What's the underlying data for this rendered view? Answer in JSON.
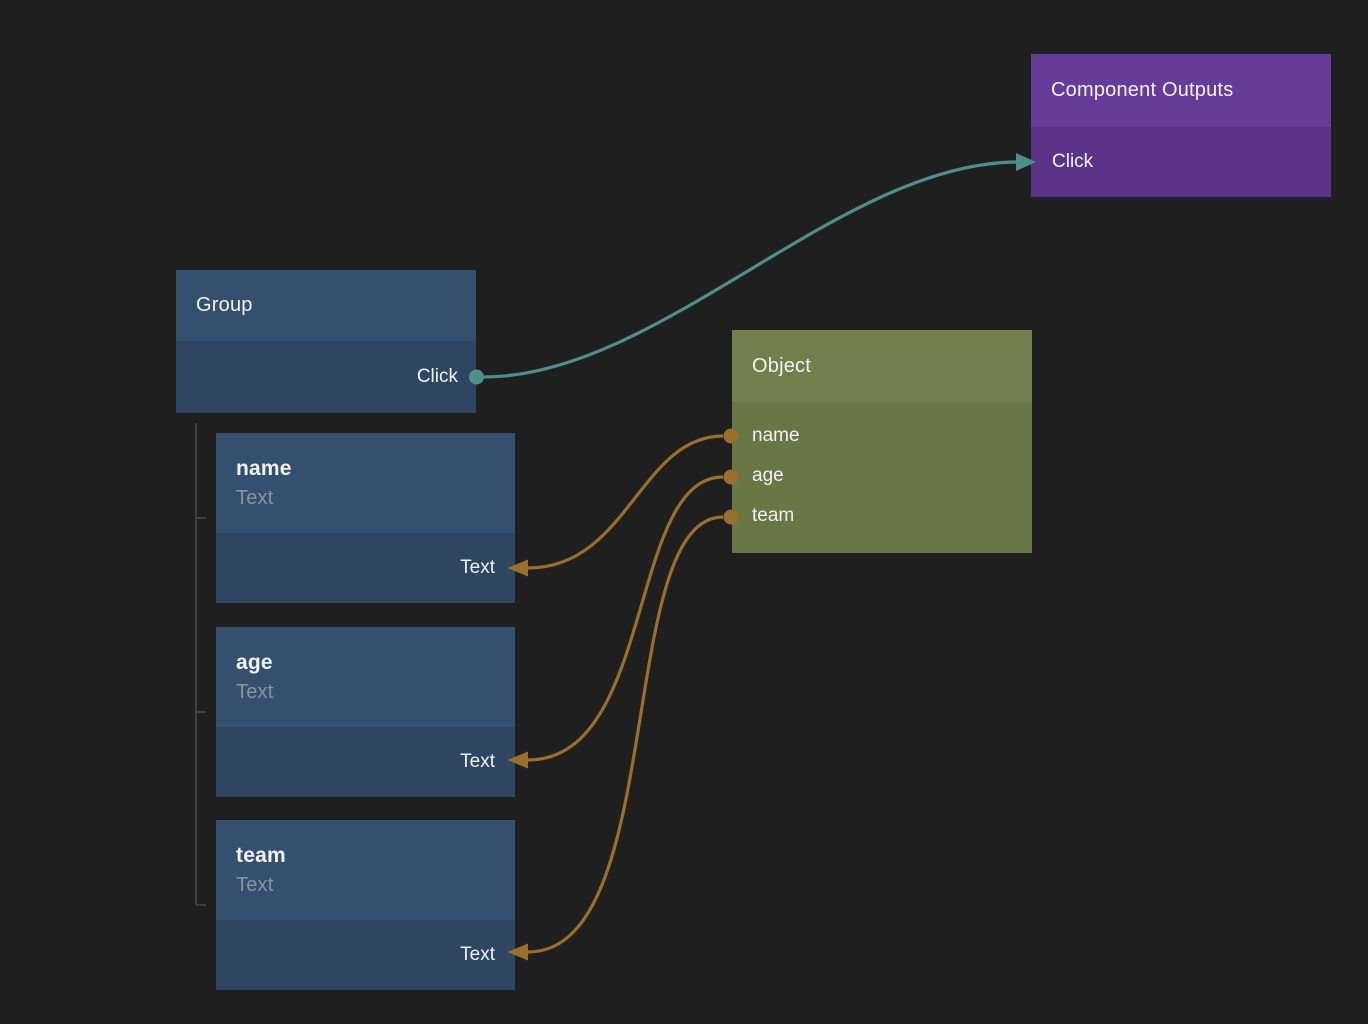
{
  "canvas": {
    "label": "node-graph-editor"
  },
  "nodes": {
    "group": {
      "title": "Group",
      "output_port": {
        "label": "Click"
      }
    },
    "component_outputs": {
      "title": "Component Outputs",
      "input_port": {
        "label": "Click"
      }
    },
    "object": {
      "title": "Object",
      "output_ports": [
        {
          "label": "name"
        },
        {
          "label": "age"
        },
        {
          "label": "team"
        }
      ]
    },
    "fields": [
      {
        "title": "name",
        "subtitle": "Text",
        "input_port": {
          "label": "Text"
        }
      },
      {
        "title": "age",
        "subtitle": "Text",
        "input_port": {
          "label": "Text"
        }
      },
      {
        "title": "team",
        "subtitle": "Text",
        "input_port": {
          "label": "Text"
        }
      }
    ]
  },
  "edges": [
    {
      "from": "Group.Click",
      "to": "Component Outputs.Click",
      "color": "#4F8F8B"
    },
    {
      "from": "Object.name",
      "to": "name.Text",
      "color": "#9A6E2B"
    },
    {
      "from": "Object.age",
      "to": "age.Text",
      "color": "#9A6E2B"
    },
    {
      "from": "Object.team",
      "to": "team.Text",
      "color": "#9A6E2B"
    }
  ],
  "colors": {
    "background": "#1F1F1F",
    "blue_node_header": "#35506E",
    "blue_node_body": "#2E4662",
    "olive_node_header": "#727F4D",
    "olive_node_body": "#697746",
    "purple_node_header": "#653D99",
    "purple_node_body": "#5B3489",
    "edge_teal": "#4F8F8B",
    "edge_orange": "#9A6E2B",
    "tree_connector_gray": "#4A4A4A",
    "title_text": "#F2F2F2",
    "subtitle_text": "#8A93A1"
  }
}
